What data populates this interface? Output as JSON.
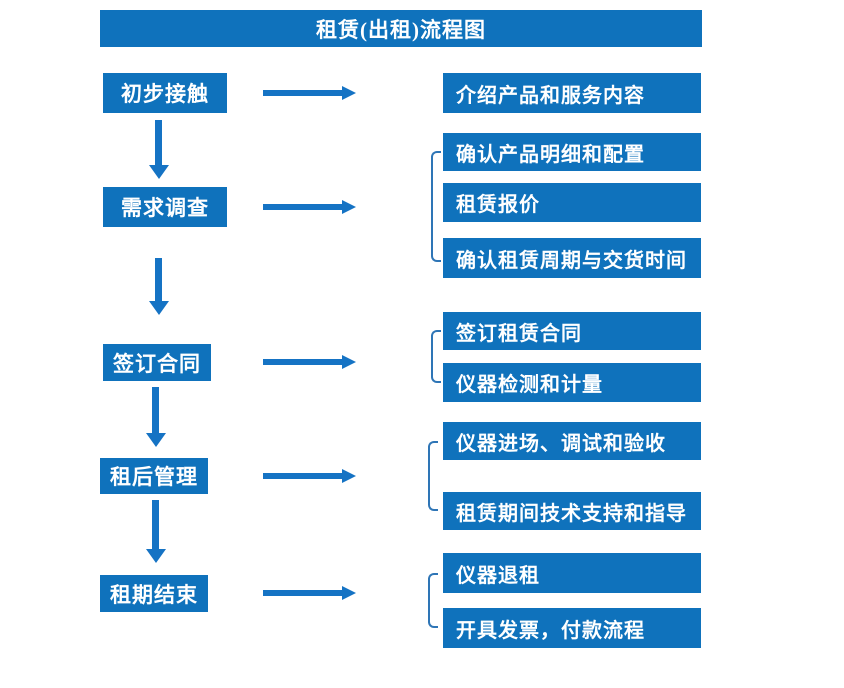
{
  "title": "租赁(出租)流程图",
  "colors": {
    "box_blue": "#0F72BC",
    "arrow_blue": "#1573C4",
    "bracket_blue": "#2E75B6",
    "text_white": "#FFFFFF"
  },
  "stages": [
    {
      "label": "初步接触",
      "outputs": [
        "介绍产品和服务内容"
      ]
    },
    {
      "label": "需求调查",
      "outputs": [
        "确认产品明细和配置",
        "租赁报价",
        "确认租赁周期与交货时间"
      ]
    },
    {
      "label": "签订合同",
      "outputs": [
        "签订租赁合同",
        "仪器检测和计量"
      ]
    },
    {
      "label": "租后管理",
      "outputs": [
        "仪器进场、调试和验收",
        "租赁期间技术支持和指导"
      ]
    },
    {
      "label": "租期结束",
      "outputs": [
        "仪器退租",
        "开具发票，付款流程"
      ]
    }
  ]
}
